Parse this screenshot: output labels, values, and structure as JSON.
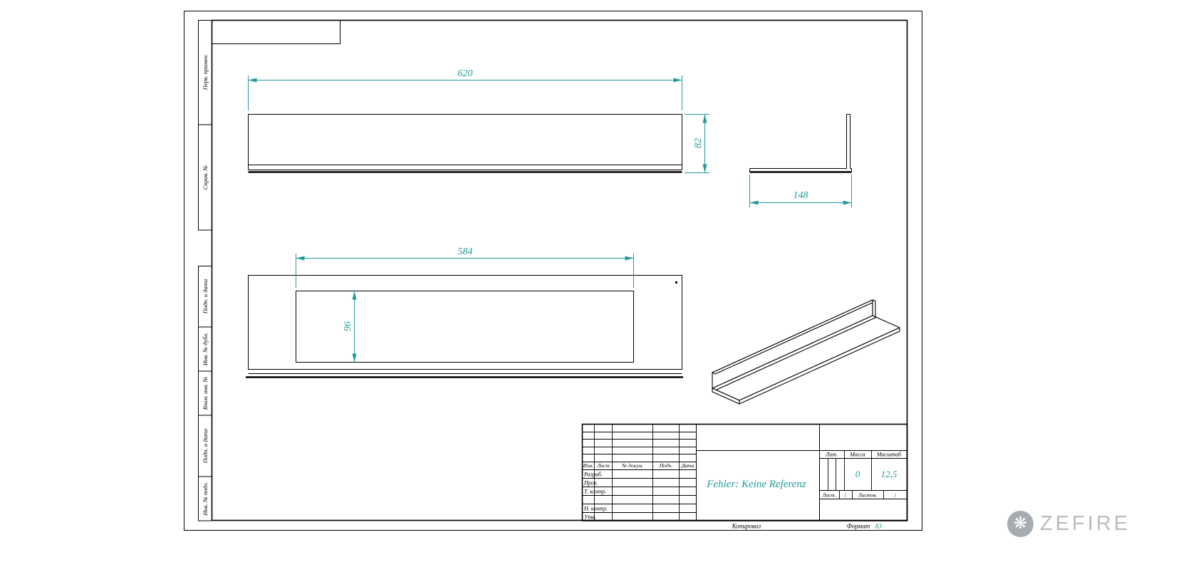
{
  "colors": {
    "dimension_accent": "#219a9b",
    "line": "#000000",
    "watermark_gray": "#b9bcbe"
  },
  "margin_labels": [
    "Перв. примен.",
    "Справ. №",
    "Подп. и дата",
    "Инв. № дубл.",
    "Взам. инв. №",
    "Подп. и дата",
    "Инв. № подл."
  ],
  "dimensions": {
    "top_width": "620",
    "profile_height": "82",
    "profile_depth": "148",
    "opening_width": "584",
    "opening_height": "96"
  },
  "title_block": {
    "revision_header": [
      "Изм.",
      "Лист",
      "№ докум.",
      "Подп.",
      "Дата"
    ],
    "role_rows": [
      "Разраб.",
      "Пров.",
      "Т. контр.",
      "Н. контр.",
      "Утв."
    ],
    "doc_name": "Fehler: Keine Referenz",
    "litera_label": "Лит.",
    "mass_label": "Масса",
    "scale_label": "Масштаб",
    "mass_value": "0",
    "scale_value": "12,5",
    "sheet_label": "Лист.",
    "sheet_value": "1",
    "sheets_label": "Листов.",
    "sheets_value": "1"
  },
  "footer": {
    "copied": "Копировал",
    "format_label": "Формат",
    "format_value": "А3"
  },
  "watermark": {
    "brand": "ZEFIRE",
    "icon": "❋"
  }
}
